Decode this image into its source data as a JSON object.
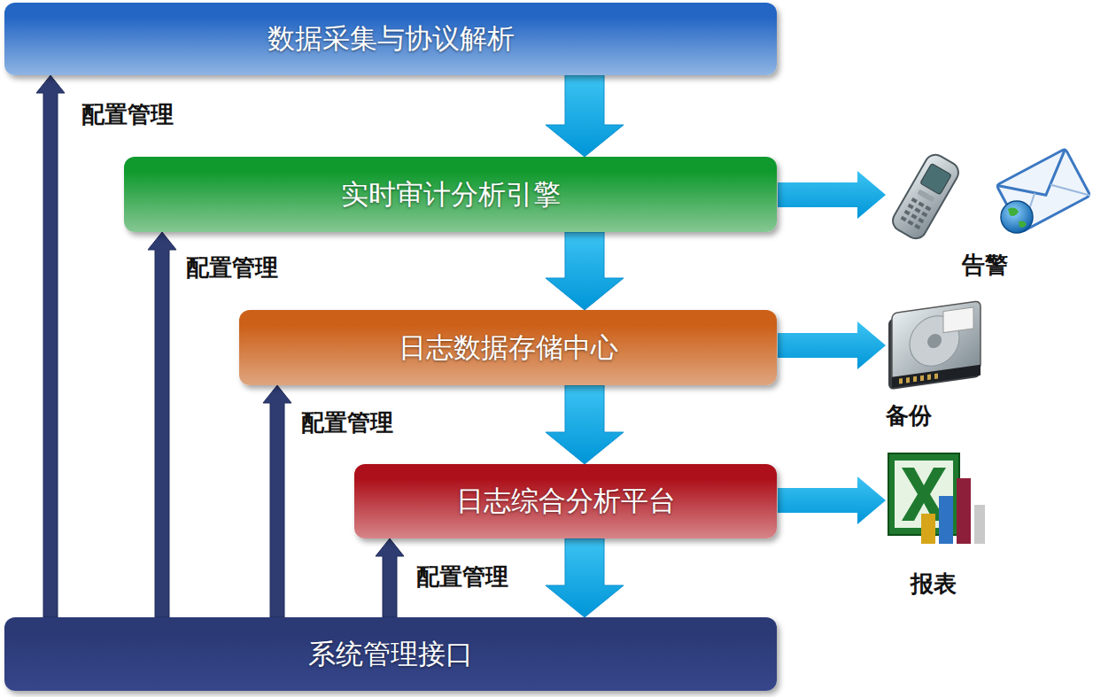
{
  "diagram": {
    "nodes": [
      {
        "text": [
          "数据采集与协议解析"
        ]
      },
      {
        "text": [
          "实时审计分析引擎"
        ]
      },
      {
        "text": [
          "日志数据存储中心"
        ]
      },
      {
        "text": [
          "日志综合分析平台"
        ]
      },
      {
        "text": [
          "系统管理接口"
        ]
      }
    ],
    "edges": [
      {
        "from": 0,
        "to": 1,
        "arrow": "to"
      },
      {
        "from": 1,
        "to": 2,
        "arrow": "to"
      },
      {
        "from": 2,
        "to": 3,
        "arrow": "to"
      },
      {
        "from": 3,
        "to": 4,
        "arrow": "to"
      },
      {
        "from": 4,
        "to": 0,
        "label": "配置管理",
        "arrow": "to"
      },
      {
        "from": 4,
        "to": 1,
        "label": "配置管理",
        "arrow": "to"
      },
      {
        "from": 4,
        "to": 2,
        "label": "配置管理",
        "arrow": "to"
      },
      {
        "from": 4,
        "to": 3,
        "label": "配置管理",
        "arrow": "to"
      }
    ],
    "labels": [
      "告警",
      "备份",
      "报表"
    ]
  }
}
